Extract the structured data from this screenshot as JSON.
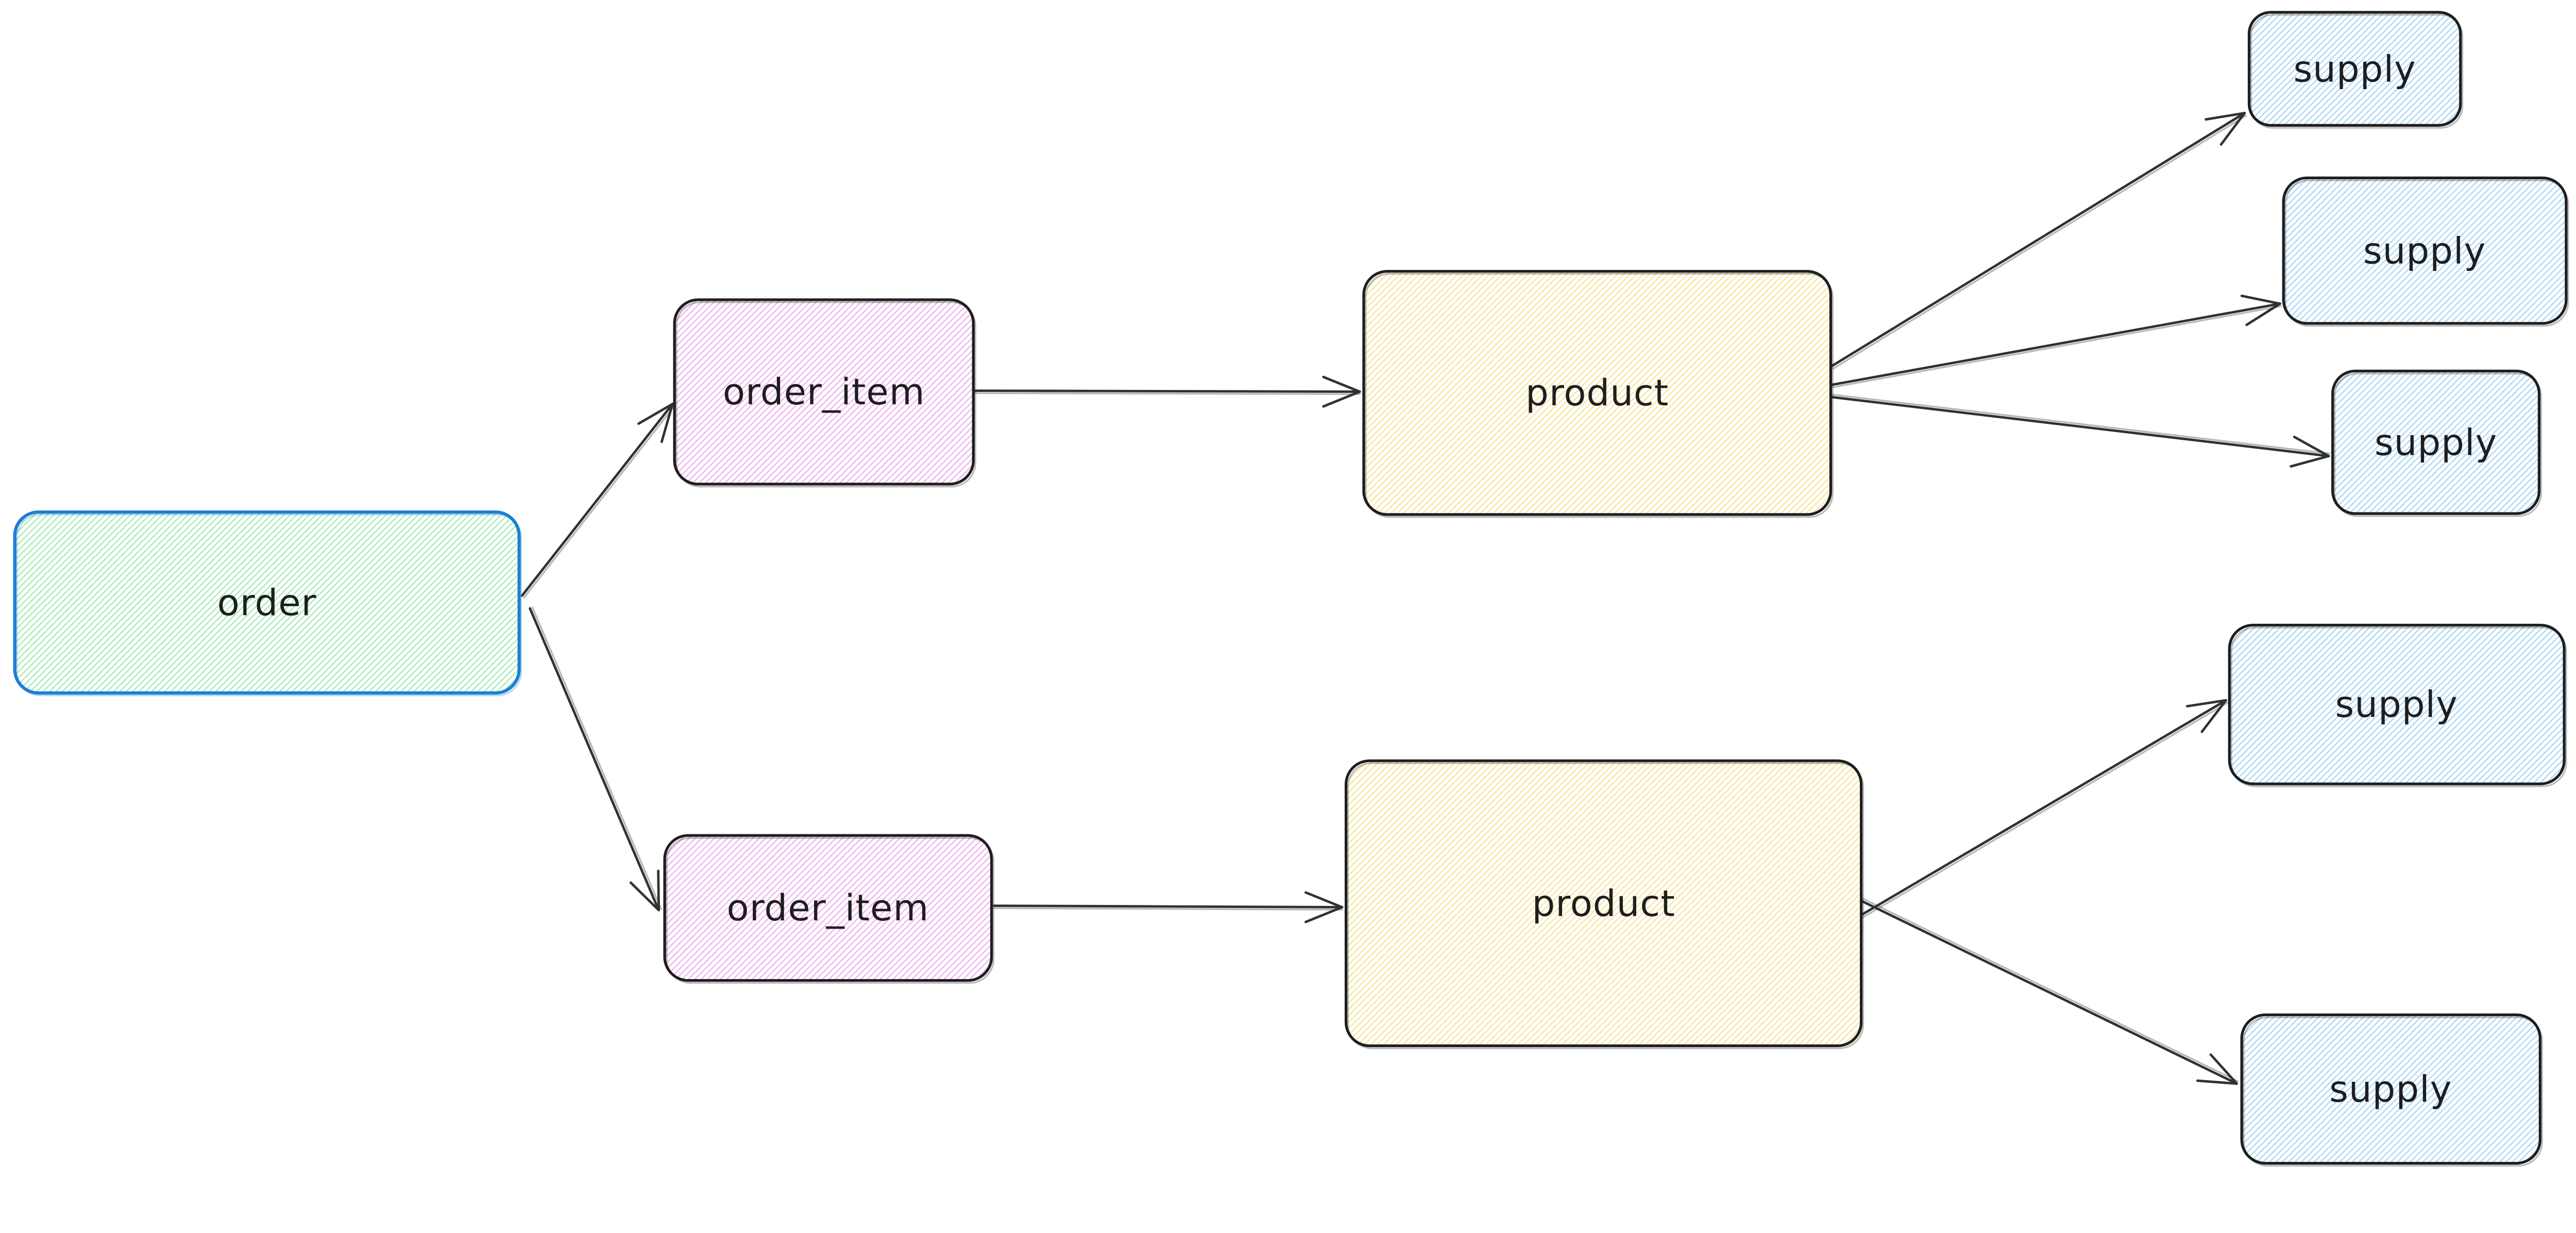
{
  "diagram": {
    "type": "flowchart",
    "style": "hand-drawn-hachure",
    "background": "#ffffff",
    "edge_color": "#2f3235",
    "arrow_style": "open-v",
    "nodes": [
      {
        "id": "order",
        "label": "order",
        "fill_color": "#b2f2bb",
        "border_color": "#1c7ed6"
      },
      {
        "id": "order_item_1",
        "label": "order_item",
        "fill_color": "#eebefa",
        "border_color": "#1e1e1e"
      },
      {
        "id": "order_item_2",
        "label": "order_item",
        "fill_color": "#eebefa",
        "border_color": "#1e1e1e"
      },
      {
        "id": "product_1",
        "label": "product",
        "fill_color": "#ffec99",
        "border_color": "#1e1e1e"
      },
      {
        "id": "product_2",
        "label": "product",
        "fill_color": "#ffec99",
        "border_color": "#1e1e1e"
      },
      {
        "id": "supply_1",
        "label": "supply",
        "fill_color": "#a5d8ff",
        "border_color": "#1e1e1e"
      },
      {
        "id": "supply_2",
        "label": "supply",
        "fill_color": "#a5d8ff",
        "border_color": "#1e1e1e"
      },
      {
        "id": "supply_3",
        "label": "supply",
        "fill_color": "#a5d8ff",
        "border_color": "#1e1e1e"
      },
      {
        "id": "supply_4",
        "label": "supply",
        "fill_color": "#a5d8ff",
        "border_color": "#1e1e1e"
      },
      {
        "id": "supply_5",
        "label": "supply",
        "fill_color": "#a5d8ff",
        "border_color": "#1e1e1e"
      }
    ],
    "edges": [
      {
        "from": "order",
        "to": "order_item_1"
      },
      {
        "from": "order",
        "to": "order_item_2"
      },
      {
        "from": "order_item_1",
        "to": "product_1"
      },
      {
        "from": "order_item_2",
        "to": "product_2"
      },
      {
        "from": "product_1",
        "to": "supply_1"
      },
      {
        "from": "product_1",
        "to": "supply_2"
      },
      {
        "from": "product_1",
        "to": "supply_3"
      },
      {
        "from": "product_2",
        "to": "supply_4"
      },
      {
        "from": "product_2",
        "to": "supply_5"
      }
    ]
  }
}
